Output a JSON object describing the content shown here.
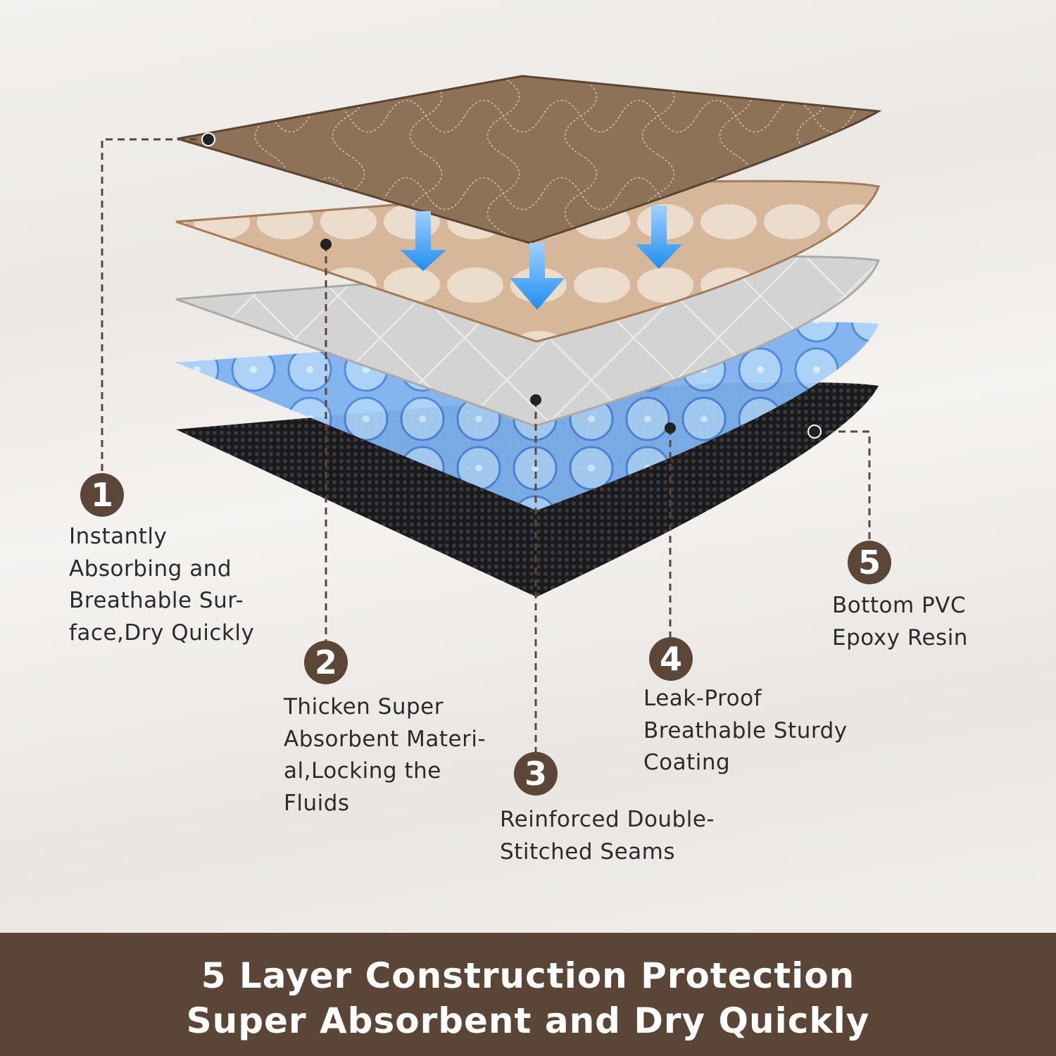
{
  "layers": [
    {
      "number": "1",
      "lines": [
        "Instantly",
        "Absorbing and",
        "Breathable Sur-",
        "face,Dry Quickly"
      ]
    },
    {
      "number": "2",
      "lines": [
        "Thicken Super",
        "Absorbent Materi-",
        "al,Locking the",
        "Fluids"
      ]
    },
    {
      "number": "3",
      "lines": [
        "Reinforced Double-",
        "Stitched Seams"
      ]
    },
    {
      "number": "4",
      "lines": [
        "Leak-Proof",
        "Breathable Sturdy",
        "Coating"
      ]
    },
    {
      "number": "5",
      "lines": [
        "Bottom PVC",
        "Epoxy Resin"
      ]
    }
  ],
  "banner": {
    "line1": "5 Layer Construction Protection",
    "line2": "Super Absorbent and Dry Quickly"
  },
  "colors": {
    "accent": "#5a4536",
    "arrow": "#2f9cf0"
  }
}
